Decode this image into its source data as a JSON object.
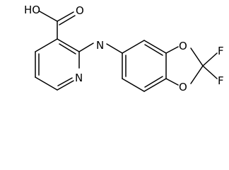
{
  "molecule": {
    "labels": {
      "carboxyl": "HO",
      "carbonyl_o": "O",
      "amine": "N",
      "ring_n": "N",
      "dioxole_o1": "O",
      "dioxole_o2": "O",
      "fluorine1": "F",
      "fluorine2": "F"
    }
  }
}
